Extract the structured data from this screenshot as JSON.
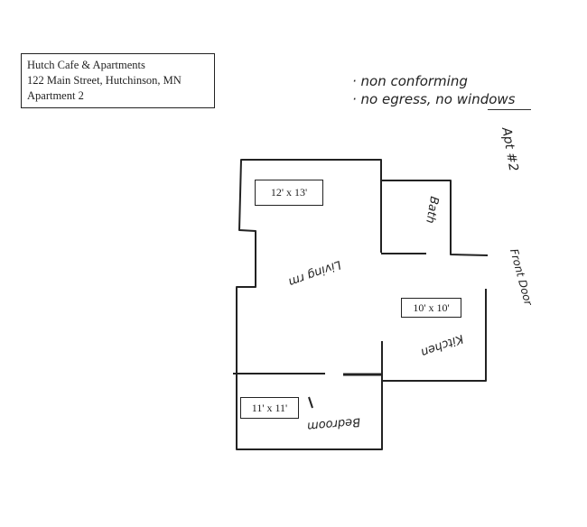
{
  "header": {
    "lines": [
      "Hutch Cafe & Apartments",
      "122 Main Street, Hutchinson, MN",
      "Apartment 2"
    ]
  },
  "notes": [
    "· non conforming",
    "· no egress, no windows"
  ],
  "apartment_tag": "Apt #2",
  "rooms": {
    "living": {
      "label": "Living rm",
      "dimensions": "12' x 13'"
    },
    "bath": {
      "label": "Bath"
    },
    "kitchen": {
      "label": "Kitchen",
      "dimensions": "10' x 10'"
    },
    "bedroom": {
      "label": "Bedroom",
      "dimensions": "11' x 11'"
    },
    "front_door": {
      "label": "Front Door"
    }
  }
}
